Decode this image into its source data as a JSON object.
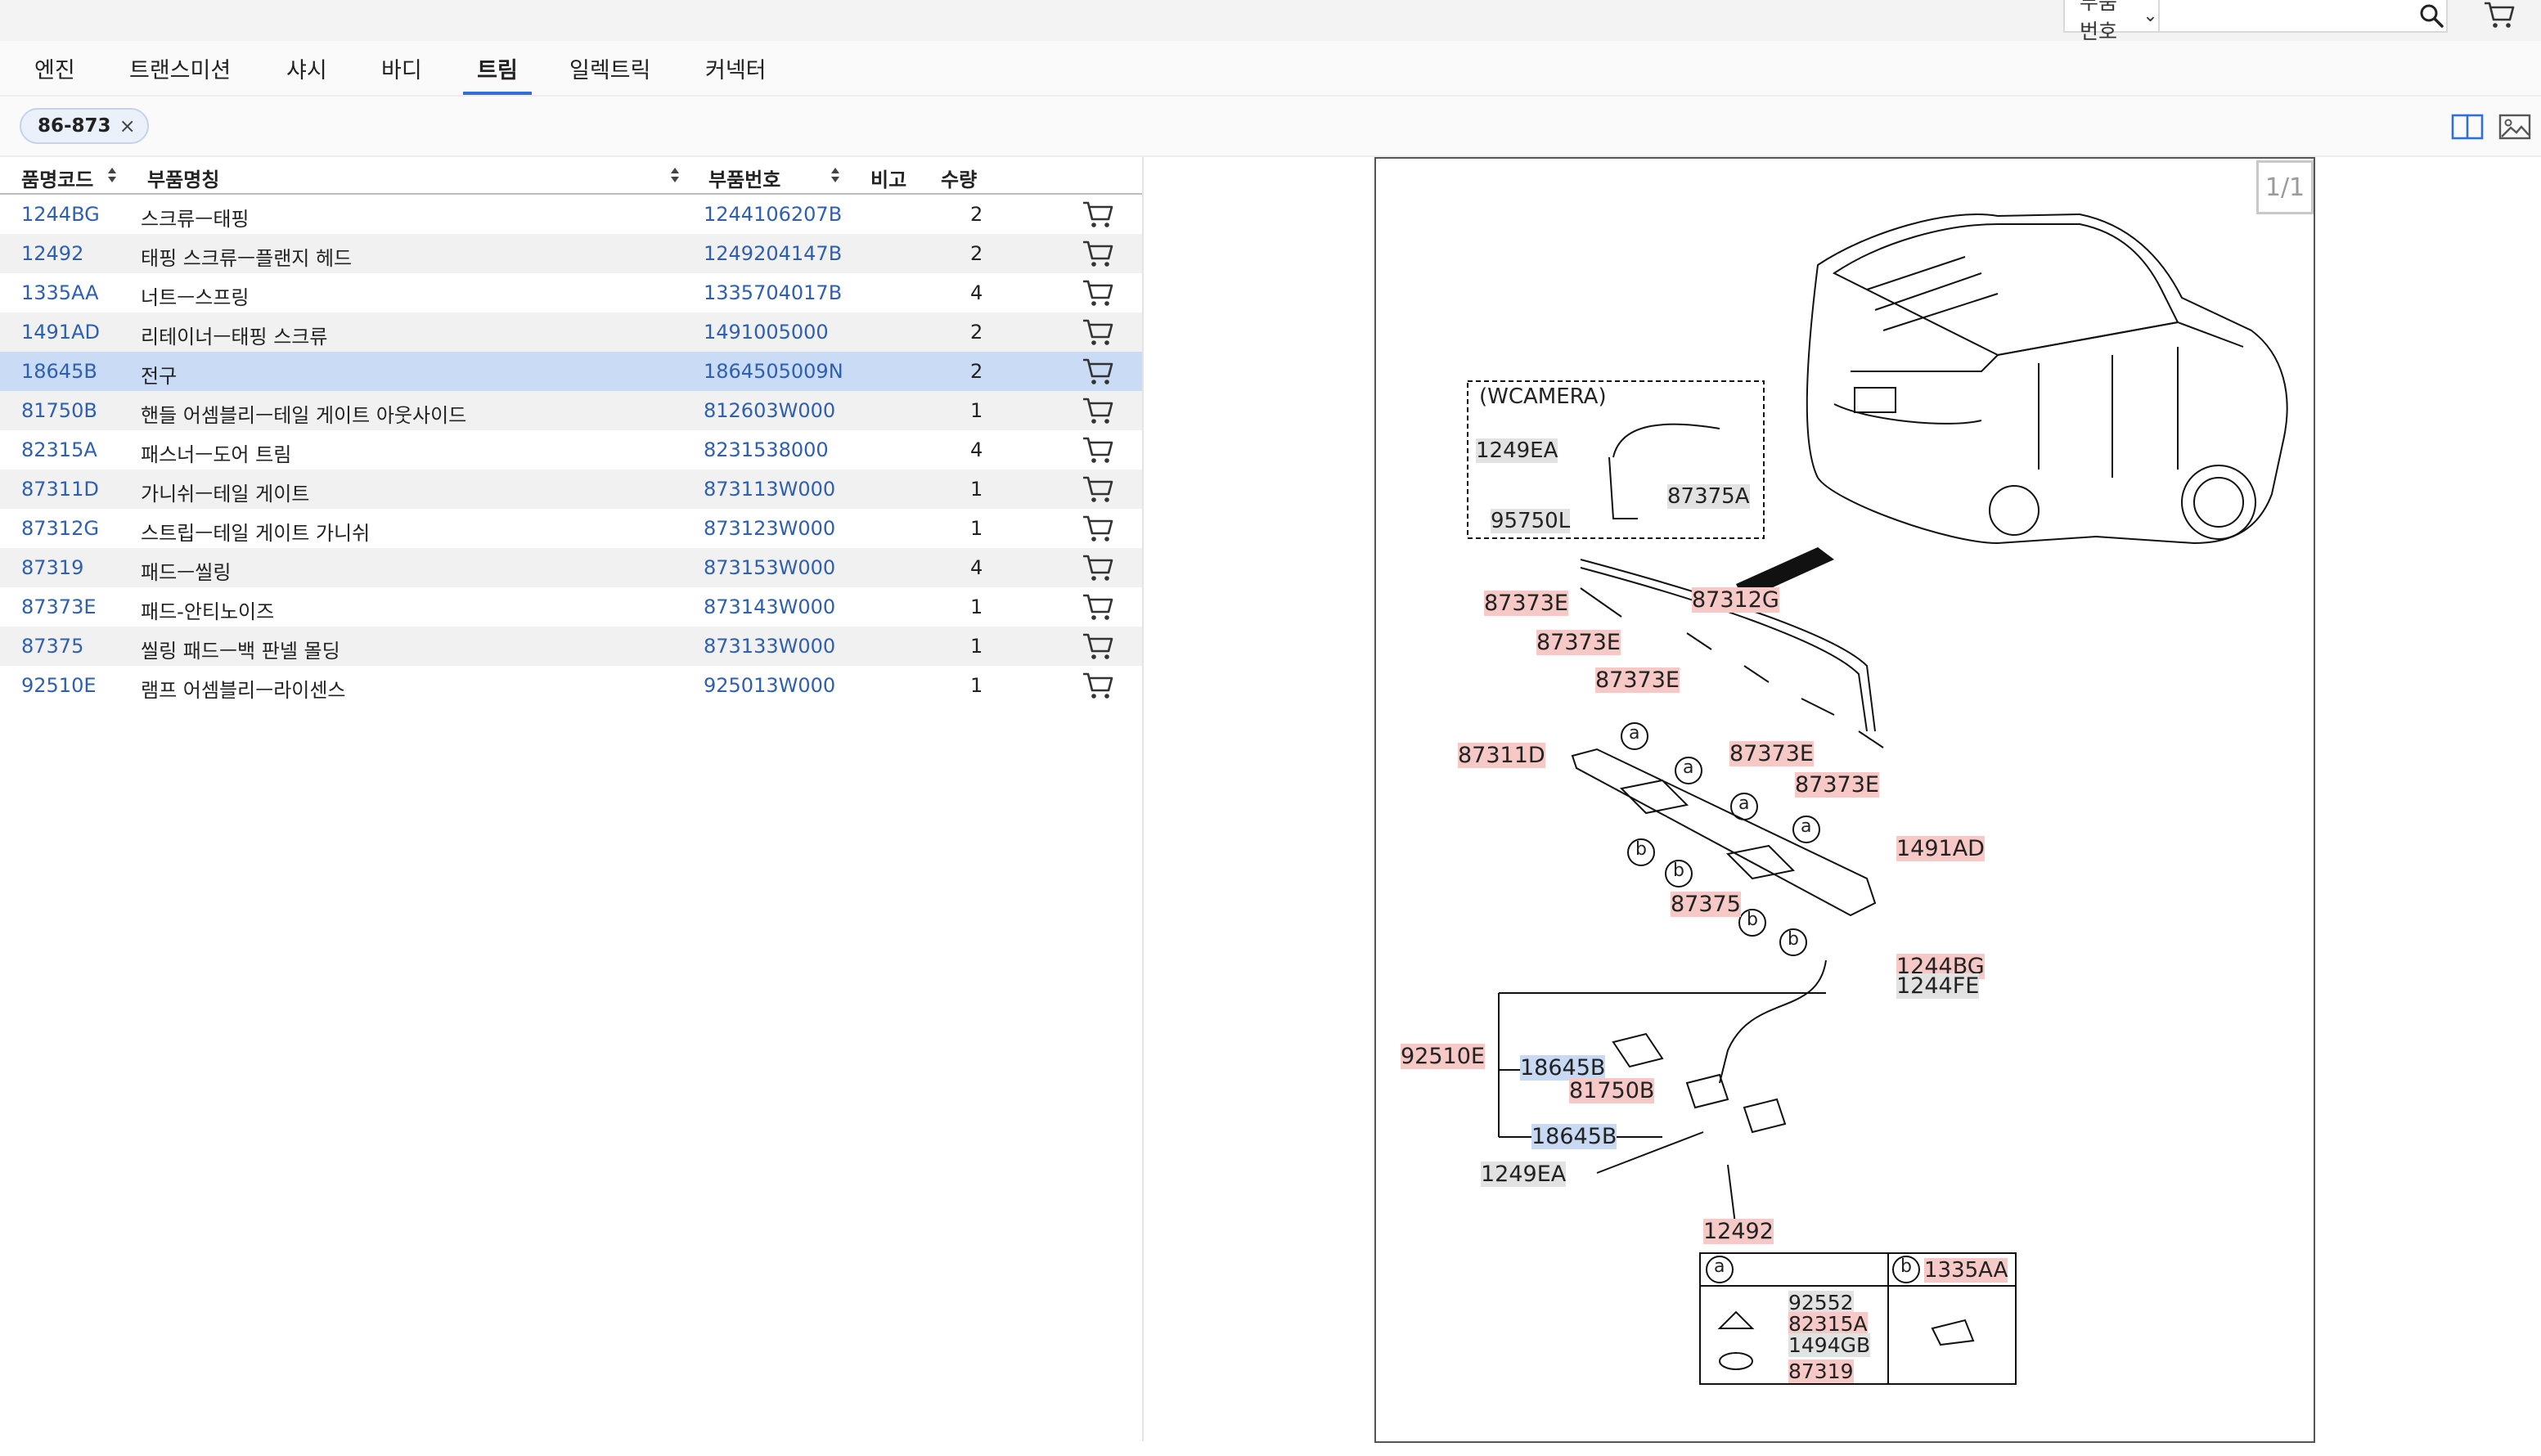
{
  "search": {
    "type_label": "부품번호",
    "value": ""
  },
  "tabs": [
    {
      "label": "엔진"
    },
    {
      "label": "트랜스미션"
    },
    {
      "label": "샤시"
    },
    {
      "label": "바디"
    },
    {
      "label": "트림",
      "active": true
    },
    {
      "label": "일렉트릭"
    },
    {
      "label": "커넥터"
    }
  ],
  "filter_chip": "86-873",
  "table": {
    "headers": {
      "code": "품명코드",
      "name": "부품명칭",
      "part_no": "부품번호",
      "note": "비고",
      "qty": "수량"
    },
    "selected_code": "18645B",
    "rows": [
      {
        "code": "1244BG",
        "name": "스크류ㅡ태핑",
        "part_no": "1244106207B",
        "note": "",
        "qty": "2"
      },
      {
        "code": "12492",
        "name": "태핑 스크류ㅡ플랜지 헤드",
        "part_no": "1249204147B",
        "note": "",
        "qty": "2"
      },
      {
        "code": "1335AA",
        "name": "너트ㅡ스프링",
        "part_no": "1335704017B",
        "note": "",
        "qty": "4"
      },
      {
        "code": "1491AD",
        "name": "리테이너ㅡ태핑 스크류",
        "part_no": "1491005000",
        "note": "",
        "qty": "2"
      },
      {
        "code": "18645B",
        "name": "전구",
        "part_no": "1864505009N",
        "note": "",
        "qty": "2"
      },
      {
        "code": "81750B",
        "name": "핸들 어셈블리ㅡ테일 게이트 아웃사이드",
        "part_no": "812603W000",
        "note": "",
        "qty": "1"
      },
      {
        "code": "82315A",
        "name": "패스너ㅡ도어 트림",
        "part_no": "8231538000",
        "note": "",
        "qty": "4"
      },
      {
        "code": "87311D",
        "name": "가니쉬ㅡ테일 게이트",
        "part_no": "873113W000",
        "note": "",
        "qty": "1"
      },
      {
        "code": "87312G",
        "name": "스트립ㅡ테일 게이트 가니쉬",
        "part_no": "873123W000",
        "note": "",
        "qty": "1"
      },
      {
        "code": "87319",
        "name": "패드ㅡ씰링",
        "part_no": "873153W000",
        "note": "",
        "qty": "4"
      },
      {
        "code": "87373E",
        "name": "패드-안티노이즈",
        "part_no": "873143W000",
        "note": "",
        "qty": "1"
      },
      {
        "code": "87375",
        "name": "씰링 패드ㅡ백 판넬 몰딩",
        "part_no": "873133W000",
        "note": "",
        "qty": "1"
      },
      {
        "code": "92510E",
        "name": "램프 어셈블리ㅡ라이센스",
        "part_no": "925013W000",
        "note": "",
        "qty": "1"
      }
    ]
  },
  "diagram": {
    "pager": "1/1",
    "camera_box_title": "(WCAMERA)",
    "camera_labels": [
      "1249EA",
      "87375A",
      "95750L"
    ],
    "labels": {
      "l_87373e_1": "87373E",
      "l_87312g": "87312G",
      "l_87373e_2": "87373E",
      "l_87373e_3": "87373E",
      "l_87311d": "87311D",
      "l_87373e_4": "87373E",
      "l_87373e_5": "87373E",
      "l_1491ad": "1491AD",
      "l_87375": "87375",
      "l_1244bg": "1244BG",
      "l_1244fe": "1244FE",
      "l_92510e": "92510E",
      "l_18645b_1": "18645B",
      "l_81750b": "81750B",
      "l_18645b_2": "18645B",
      "l_1249ea": "1249EA",
      "l_12492": "12492"
    },
    "callouts": {
      "a": "a",
      "b": "b"
    },
    "legend": {
      "b_code": "1335AA",
      "a_codes": [
        "92552",
        "82315A",
        "1494GB",
        "87319"
      ]
    },
    "colors": {
      "highlight_red": "#f6c9c7",
      "highlight_blue": "#c7d9f3",
      "highlight_gray": "#e2e2e2"
    }
  },
  "colors": {
    "link": "#2f5fb0",
    "selected_row": "#c9dbf5",
    "tab_active_underline": "#2f6fd6"
  }
}
